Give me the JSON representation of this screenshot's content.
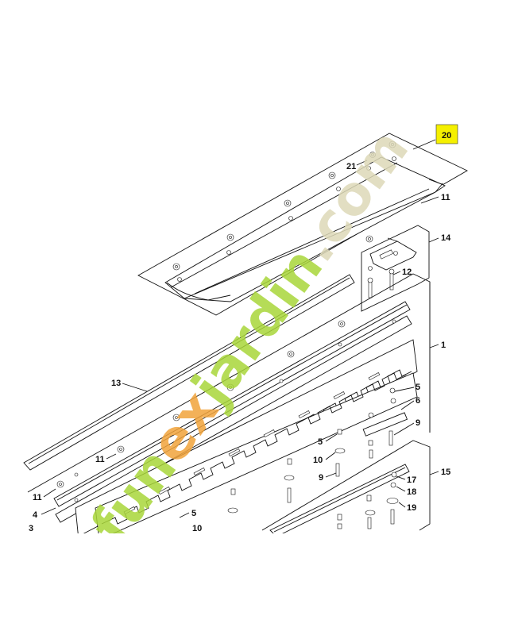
{
  "highlight": {
    "label": "20",
    "color": "#f5f000"
  },
  "watermark": {
    "text_green_1": "fun",
    "text_orange": "ex",
    "text_green_2": "jardin",
    "text_tail": ".com",
    "colors": {
      "green": "#a9d63a",
      "orange": "#f2a43c",
      "beige": "#ddd9b8"
    }
  },
  "callouts": {
    "c20": "20",
    "c21": "21",
    "c11a": "11",
    "c14": "14",
    "c12": "12",
    "c1": "1",
    "c13": "13",
    "c5a": "5",
    "c6": "6",
    "c9a": "9",
    "c5b": "5",
    "c11b": "11",
    "c10a": "10",
    "c9b": "9",
    "c11c": "11",
    "c15": "15",
    "c17": "17",
    "c18": "18",
    "c19": "19",
    "c4": "4",
    "c5c": "5",
    "c3": "3",
    "c10b": "10"
  }
}
